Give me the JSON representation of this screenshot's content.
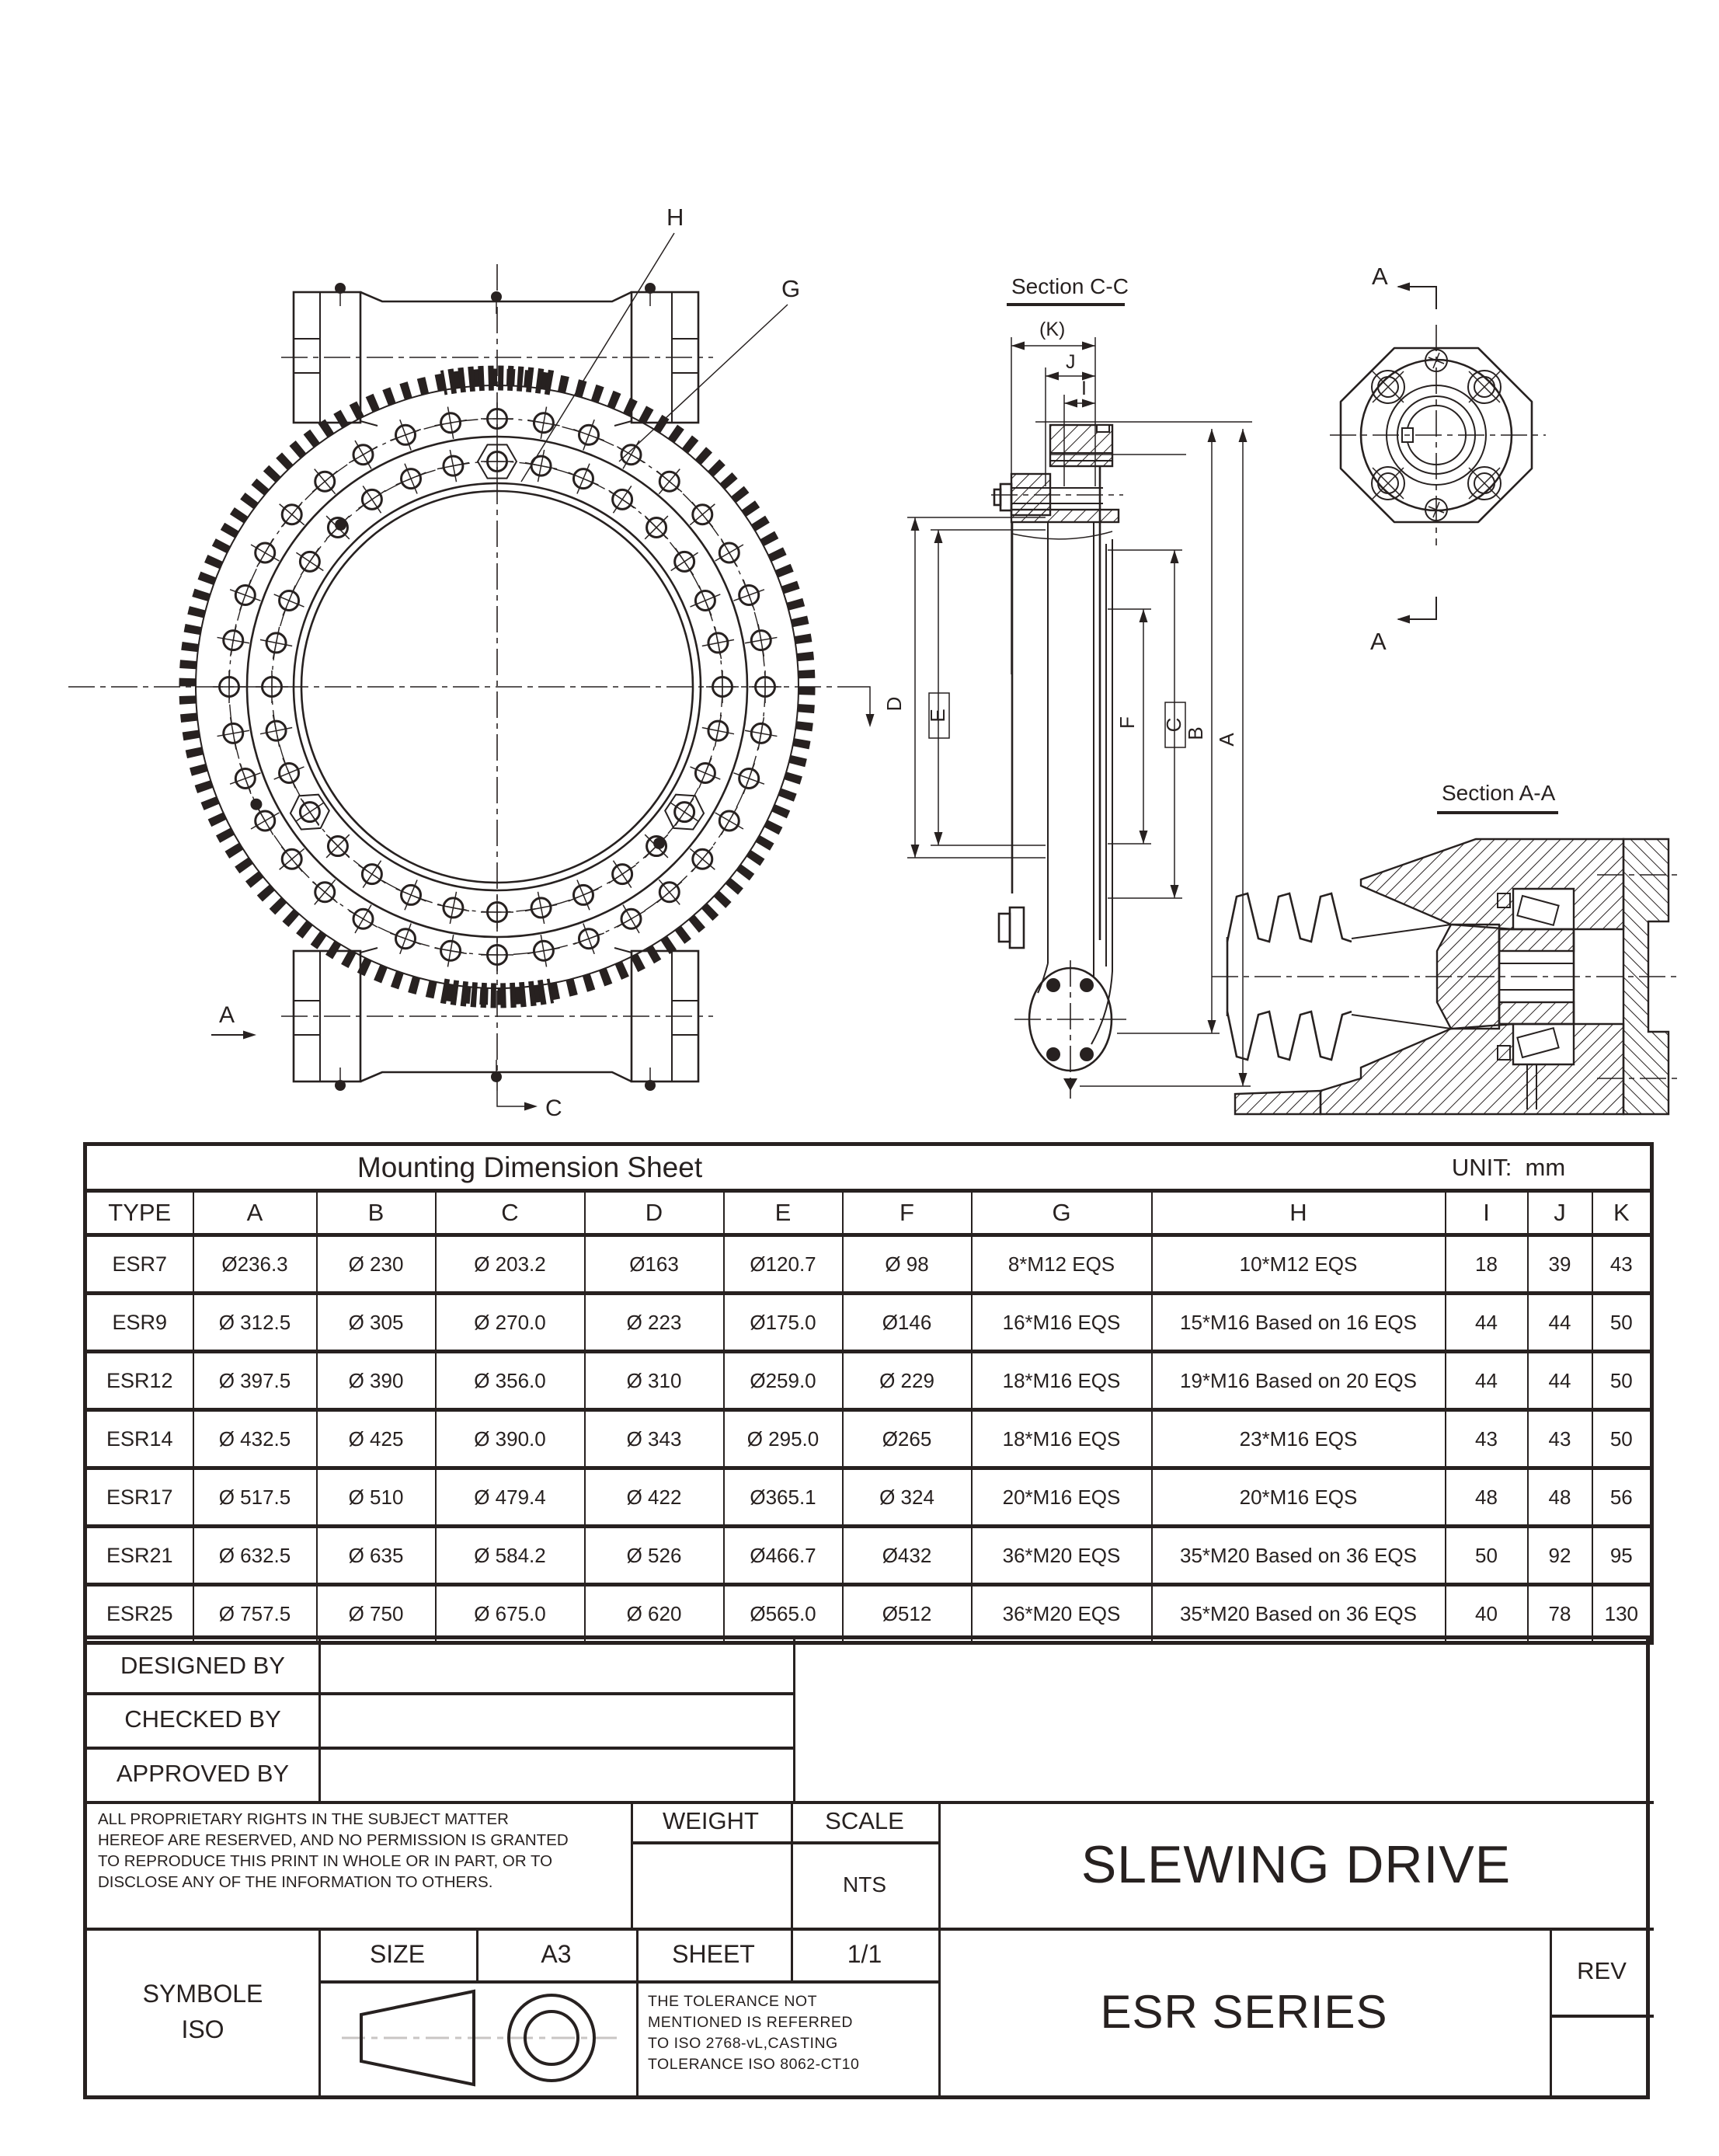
{
  "drawing": {
    "callout_h": "H",
    "callout_g": "G",
    "front_view_a": "A",
    "front_view_c": "C",
    "section_cc": {
      "title": "Section C-C",
      "dim_k": "(K)",
      "dim_j": "J",
      "dim_i": "I",
      "dim_d": "D",
      "dim_e": "E",
      "dim_f": "F",
      "dim_c": "C",
      "dim_b": "B",
      "dim_a": "A"
    },
    "end_view": {
      "a_top": "A",
      "a_bottom": "A"
    },
    "section_aa": {
      "title": "Section A-A"
    }
  },
  "table": {
    "title": "Mounting Dimension Sheet",
    "unit_label": "UNIT:  mm",
    "columns": [
      "TYPE",
      "A",
      "B",
      "C",
      "D",
      "E",
      "F",
      "G",
      "H",
      "I",
      "J",
      "K"
    ],
    "rows": [
      [
        "ESR7",
        "Ø236.3",
        "Ø 230",
        "Ø 203.2",
        "Ø163",
        "Ø120.7",
        "Ø 98",
        "8*M12 EQS",
        "10*M12 EQS",
        "18",
        "39",
        "43"
      ],
      [
        "ESR9",
        "Ø 312.5",
        "Ø 305",
        "Ø 270.0",
        "Ø 223",
        "Ø175.0",
        "Ø146",
        "16*M16 EQS",
        "15*M16 Based on 16 EQS",
        "44",
        "44",
        "50"
      ],
      [
        "ESR12",
        "Ø 397.5",
        "Ø 390",
        "Ø 356.0",
        "Ø 310",
        "Ø259.0",
        "Ø 229",
        "18*M16 EQS",
        "19*M16 Based on 20 EQS",
        "44",
        "44",
        "50"
      ],
      [
        "ESR14",
        "Ø 432.5",
        "Ø 425",
        "Ø 390.0",
        "Ø 343",
        "Ø 295.0",
        "Ø265",
        "18*M16 EQS",
        "23*M16 EQS",
        "43",
        "43",
        "50"
      ],
      [
        "ESR17",
        "Ø 517.5",
        "Ø 510",
        "Ø 479.4",
        "Ø 422",
        "Ø365.1",
        "Ø 324",
        "20*M16 EQS",
        "20*M16 EQS",
        "48",
        "48",
        "56"
      ],
      [
        "ESR21",
        "Ø 632.5",
        "Ø 635",
        "Ø 584.2",
        "Ø 526",
        "Ø466.7",
        "Ø432",
        "36*M20 EQS",
        "35*M20 Based on 36 EQS",
        "50",
        "92",
        "95"
      ],
      [
        "ESR25",
        "Ø 757.5",
        "Ø 750",
        "Ø 675.0",
        "Ø 620",
        "Ø565.0",
        "Ø512",
        "36*M20 EQS",
        "35*M20 Based on 36 EQS",
        "40",
        "78",
        "130"
      ]
    ]
  },
  "title_block": {
    "designed_by": "DESIGNED BY",
    "checked_by": "CHECKED BY",
    "approved_by": "APPROVED BY",
    "proprietary_lines": [
      "ALL PROPRIETARY RIGHTS IN THE SUBJECT MATTER",
      "HEREOF ARE RESERVED, AND NO PERMISSION IS GRANTED",
      "TO REPRODUCE THIS PRINT IN WHOLE OR IN PART, OR TO",
      "DISCLOSE ANY OF THE INFORMATION TO OTHERS."
    ],
    "weight_label": "WEIGHT",
    "scale_label": "SCALE",
    "scale_value": "NTS",
    "size_label": "SIZE",
    "size_value": "A3",
    "sheet_label": "SHEET",
    "sheet_value": "1/1",
    "symbole_line1": "SYMBOLE",
    "symbole_line2": "ISO",
    "tolerance_lines": [
      "THE TOLERANCE NOT",
      "MENTIONED IS REFERRED",
      "TO ISO 2768-vL,CASTING",
      "TOLERANCE ISO 8062-CT10"
    ],
    "product_title": "SLEWING DRIVE",
    "series_title": "ESR SERIES",
    "rev_label": "REV"
  }
}
